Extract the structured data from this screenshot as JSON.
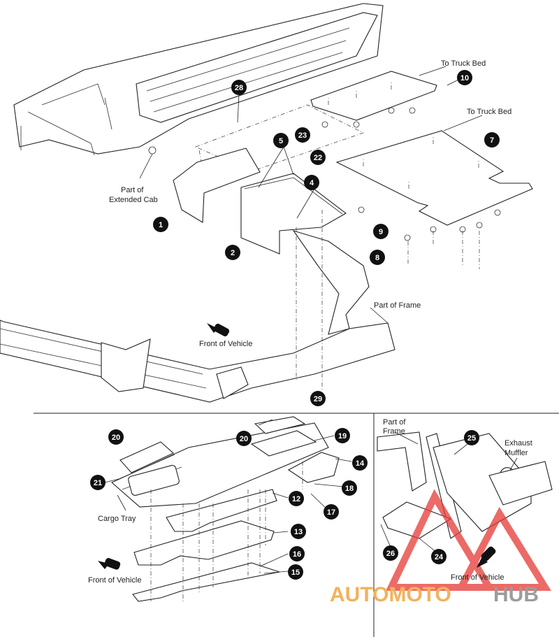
{
  "labels": {
    "to_truck_bed_1": "To Truck Bed",
    "to_truck_bed_2": "To Truck Bed",
    "part_of_extended_cab_1": "Part of",
    "part_of_extended_cab_2": "Extended Cab",
    "part_of_frame_top": "Part of Frame",
    "front_of_vehicle_top": "Front of Vehicle",
    "cargo_tray": "Cargo Tray",
    "front_of_vehicle_left": "Front of Vehicle",
    "part_of_frame_right_1": "Part of",
    "part_of_frame_right_2": "Frame",
    "exhaust_muffler_1": "Exhaust",
    "exhaust_muffler_2": "Muffler",
    "front_of_vehicle_right": "Front of Vehicle"
  },
  "callouts": [
    "28",
    "10",
    "23",
    "22",
    "5",
    "7",
    "4",
    "1",
    "9",
    "2",
    "8",
    "29",
    "20",
    "20",
    "19",
    "14",
    "21",
    "18",
    "12",
    "17",
    "13",
    "16",
    "15",
    "25",
    "26",
    "24"
  ],
  "watermark": {
    "part1": "AUTOMOTO",
    "part2": "HUB",
    "accent_color": "#f2b25c",
    "triangle_color": "#e53935"
  }
}
